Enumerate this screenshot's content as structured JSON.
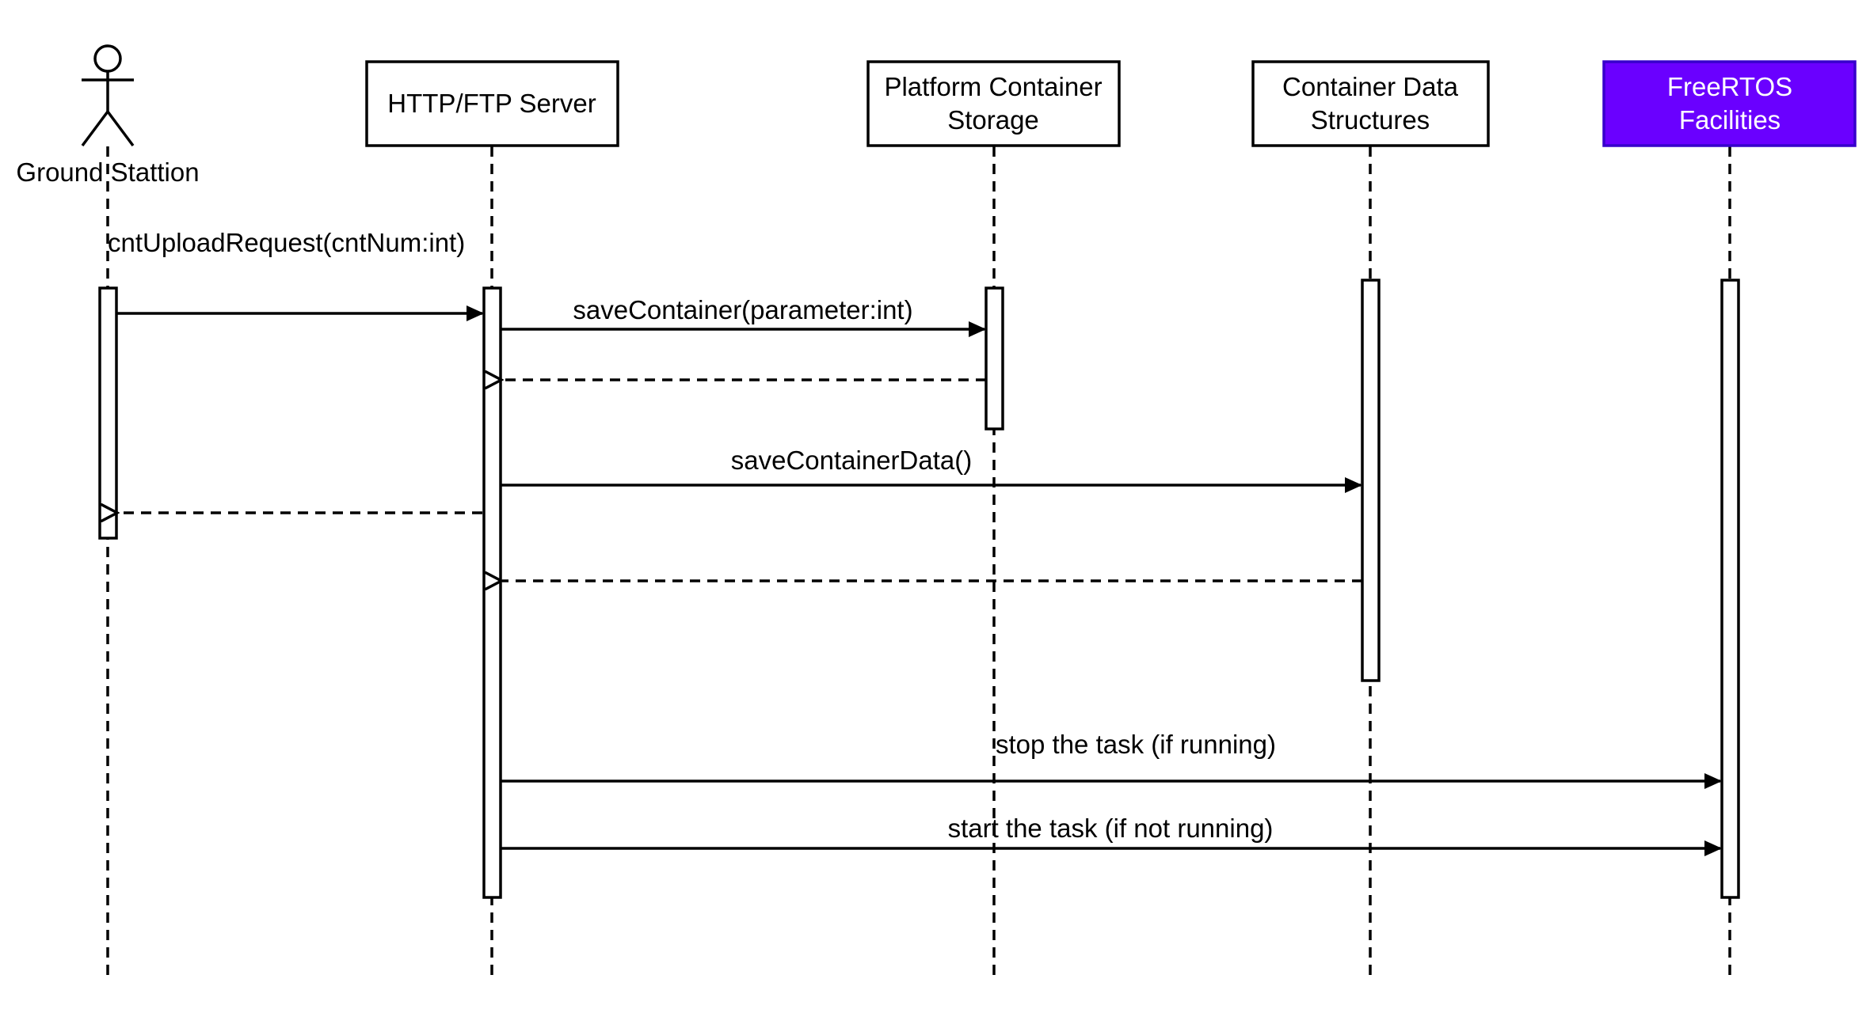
{
  "participants": [
    {
      "id": "ground",
      "lines": [
        "Ground Stattion"
      ],
      "kind": "actor"
    },
    {
      "id": "server",
      "lines": [
        "HTTP/FTP Server"
      ],
      "kind": "box"
    },
    {
      "id": "storage",
      "lines": [
        "Platform Container",
        "Storage"
      ],
      "kind": "box"
    },
    {
      "id": "datastruct",
      "lines": [
        "Container Data",
        "Structures"
      ],
      "kind": "box"
    },
    {
      "id": "freertos",
      "lines": [
        "FreeRTOS",
        "Facilities"
      ],
      "kind": "box",
      "fill": "#6a00ff",
      "stroke": "#3700cc",
      "text_color": "#ffffff"
    }
  ],
  "messages": [
    {
      "id": "cnt-upload-request",
      "label": "cntUploadRequest(cntNum:int)",
      "from": "ground",
      "to": "server",
      "kind": "sync"
    },
    {
      "id": "save-container",
      "label": "saveContainer(parameter:int)",
      "from": "server",
      "to": "storage",
      "kind": "sync"
    },
    {
      "id": "save-container-return",
      "label": "",
      "from": "storage",
      "to": "server",
      "kind": "return"
    },
    {
      "id": "save-container-data",
      "label": "saveContainerData()",
      "from": "server",
      "to": "datastruct",
      "kind": "sync"
    },
    {
      "id": "upload-return",
      "label": "",
      "from": "server",
      "to": "ground",
      "kind": "return"
    },
    {
      "id": "save-container-data-return",
      "label": "",
      "from": "datastruct",
      "to": "server",
      "kind": "return"
    },
    {
      "id": "stop-task",
      "label": "stop the task (if running)",
      "from": "server",
      "to": "freertos",
      "kind": "sync"
    },
    {
      "id": "start-task",
      "label": "start the task (if not running)",
      "from": "server",
      "to": "freertos",
      "kind": "sync"
    }
  ]
}
